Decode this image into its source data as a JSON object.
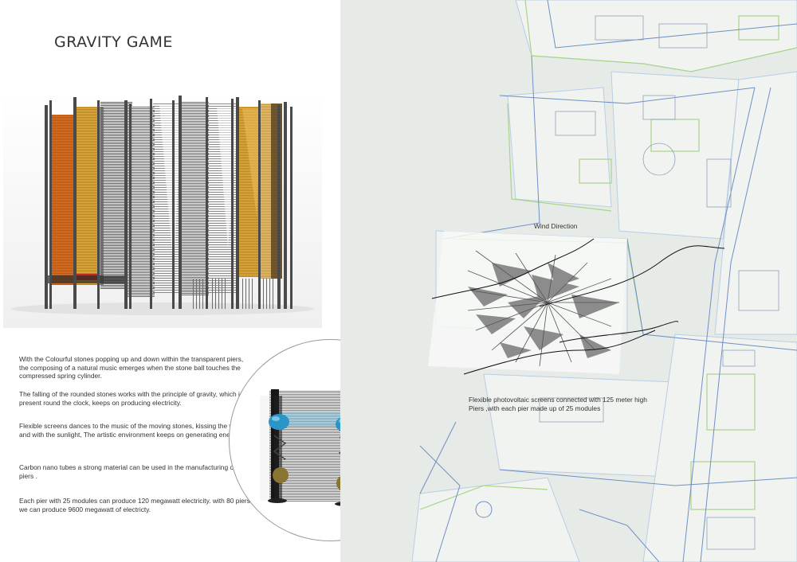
{
  "header": {
    "title": "GRAVITY GAME"
  },
  "description": {
    "paragraphs": [
      "With the Colourful stones popping up and down within the transparent piers, the composing of a natural music emerges when the stone ball touches the compressed spring cylinder.",
      "The falling of the rounded stones works with the principle of gravity, which is present round the clock, keeps on producing electricity.",
      "Flexible screens dances to the music of the moving stones, kissing the wind and with the sunlight, The artistic environment keeps on generating energy.",
      "Carbon nano tubes  a strong material can be used in the manufacturing of the piers .",
      "Each pier with 25 modules can produce 120 megawatt electricity. with 80 piers we can produce 9600 megawatt of electricty."
    ]
  },
  "site_plan": {
    "wind_label": "Wind Direction",
    "pv_label": "Flexible photovoltaic screens  connected with 125 meter high Piers ,with each pier made up of 25 modules"
  },
  "colors": {
    "orange_screen": "#c8621a",
    "amber_screen": "#d39a2a",
    "pier_dark": "#4a4a4a",
    "ball_blue": "#2a95c9",
    "map_bg": "#e6ebe8",
    "map_road": "#6f8fc4",
    "map_green": "#a9d48a"
  }
}
